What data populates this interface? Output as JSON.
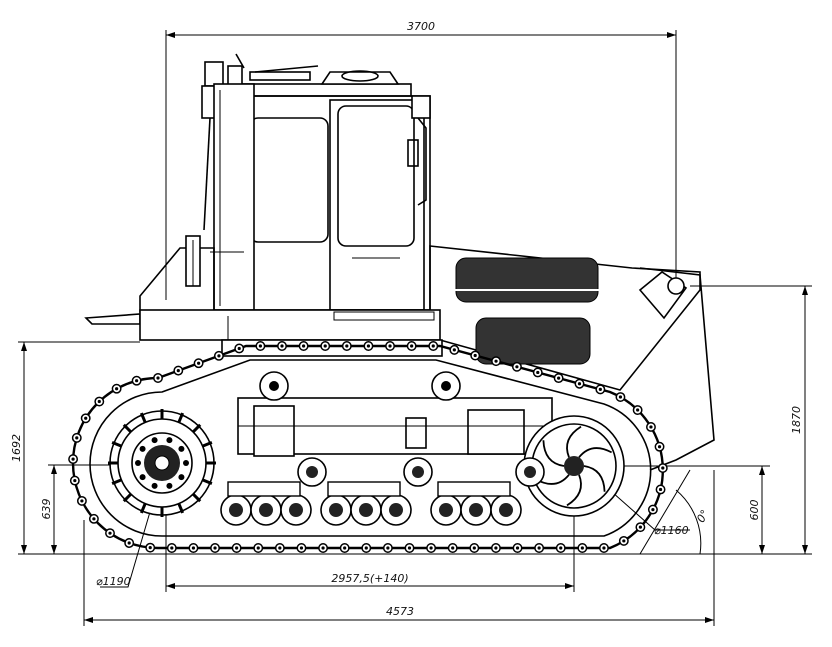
{
  "dimensions": {
    "overall_top": "3700",
    "wheelbase": "2957,5(+140)",
    "overall_length": "4573",
    "height_right": "1870",
    "height_left": "1692",
    "drive_axis_height": "639",
    "idler_axis_height": "600",
    "drive_wheel_diameter": "⌀1190",
    "idler_wheel_diameter": "⌀1160",
    "approach_angle": "0°"
  }
}
